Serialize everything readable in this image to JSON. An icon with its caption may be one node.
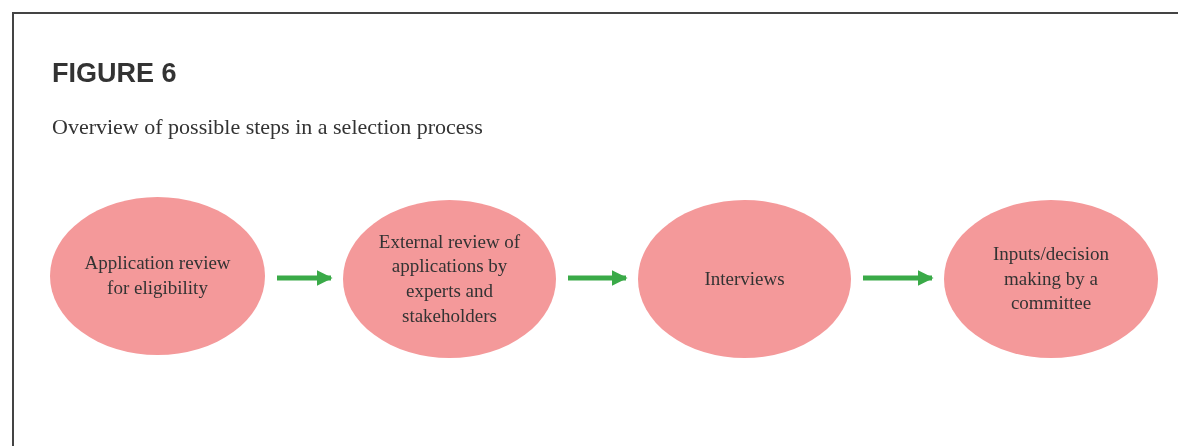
{
  "diagram": {
    "title": "FIGURE 6",
    "caption": "Overview of possible steps in a selection process",
    "nodes": [
      {
        "text": [
          "Application review for eligibility"
        ]
      },
      {
        "text": [
          "External review of applications by experts and stakeholders"
        ]
      },
      {
        "text": [
          "Interviews"
        ]
      },
      {
        "text": [
          "Inputs/decision making by a committee"
        ]
      }
    ],
    "edges": [
      {
        "from": 0,
        "to": 1,
        "arrow": "to"
      },
      {
        "from": 1,
        "to": 2,
        "arrow": "to"
      },
      {
        "from": 2,
        "to": 3,
        "arrow": "to"
      }
    ]
  }
}
